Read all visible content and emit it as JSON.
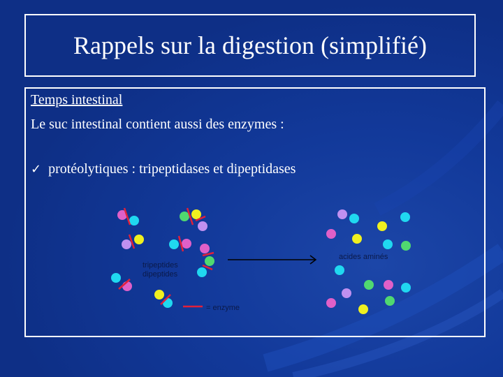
{
  "slide": {
    "title": "Rappels sur la digestion (simplifié)",
    "heading": "Temps intestinal",
    "intro": "Le suc intestinal contient aussi des enzymes :",
    "bullet": "protéolytiques : tripeptidases et dipeptidases"
  },
  "diagram": {
    "label_peptides_1": "tripeptides",
    "label_peptides_2": "dipeptides",
    "label_amino_acids": "acides aminés",
    "legend_enzyme": "= enzyme"
  },
  "colors": {
    "background": "#0e2f86",
    "text": "#ffffff",
    "enzyme": "#e0203a",
    "pink": "#e060c8",
    "cyan": "#20d8f0",
    "yellow": "#f0f020",
    "violet": "#c090f0",
    "green": "#50d870"
  }
}
